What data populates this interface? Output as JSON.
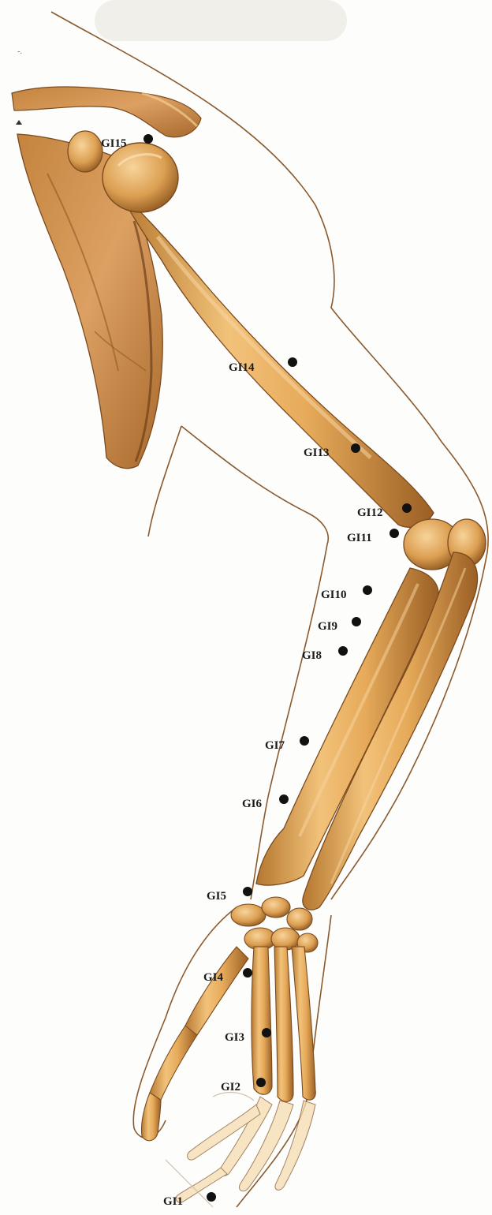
{
  "diagram": {
    "subject": "arm-skeleton",
    "colors": {
      "bone_light": "#f2c27a",
      "bone_mid": "#d99a4a",
      "bone_dark": "#a96a2a",
      "bone_shadow": "#7a4a1e",
      "outline": "#8a5a2e",
      "marker": "#111111",
      "background": "#fdfdfc"
    },
    "points": [
      {
        "id": "GI15",
        "label": "GI15"
      },
      {
        "id": "GI14",
        "label": "GI14"
      },
      {
        "id": "GI13",
        "label": "GI13"
      },
      {
        "id": "GI12",
        "label": "GI12"
      },
      {
        "id": "GI11",
        "label": "GI11"
      },
      {
        "id": "GI10",
        "label": "GI10"
      },
      {
        "id": "GI9",
        "label": "GI9"
      },
      {
        "id": "GI8",
        "label": "GI8"
      },
      {
        "id": "GI7",
        "label": "GI7"
      },
      {
        "id": "GI6",
        "label": "GI6"
      },
      {
        "id": "GI5",
        "label": "GI5"
      },
      {
        "id": "GI4",
        "label": "GI4"
      },
      {
        "id": "GI3",
        "label": "GI3"
      },
      {
        "id": "GI2",
        "label": "GI2"
      },
      {
        "id": "GI1",
        "label": "GI1"
      }
    ]
  }
}
